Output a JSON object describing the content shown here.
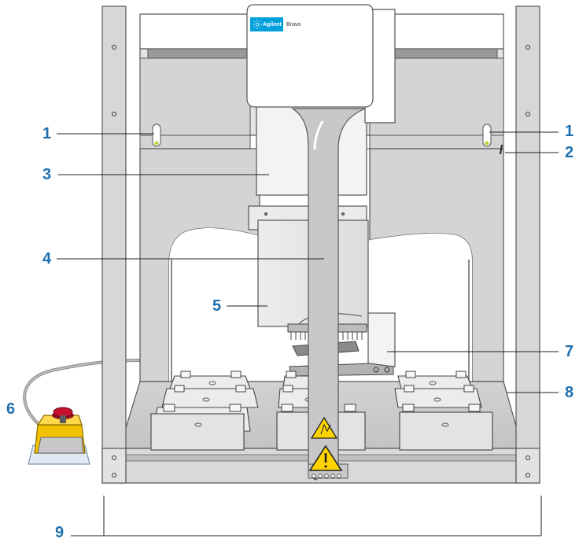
{
  "diagram": {
    "brand": {
      "logo_text": "Agilent",
      "model_text": "Bravo",
      "logo_color": "#00a0dd"
    },
    "colors": {
      "callout": "#1f6fad",
      "frame_fill": "#d7d7d9",
      "frame_stroke": "#555555",
      "estop_button": "#c8102e",
      "estop_housing": "#f2c200",
      "warning_yellow": "#ffd400"
    },
    "callouts": [
      {
        "id": "1",
        "text": "1"
      },
      {
        "id": "1b",
        "text": "1"
      },
      {
        "id": "2",
        "text": "2"
      },
      {
        "id": "3",
        "text": "3"
      },
      {
        "id": "4",
        "text": "4"
      },
      {
        "id": "5",
        "text": "5"
      },
      {
        "id": "6",
        "text": "6"
      },
      {
        "id": "7",
        "text": "7"
      },
      {
        "id": "8",
        "text": "8"
      },
      {
        "id": "9",
        "text": "9"
      }
    ]
  }
}
